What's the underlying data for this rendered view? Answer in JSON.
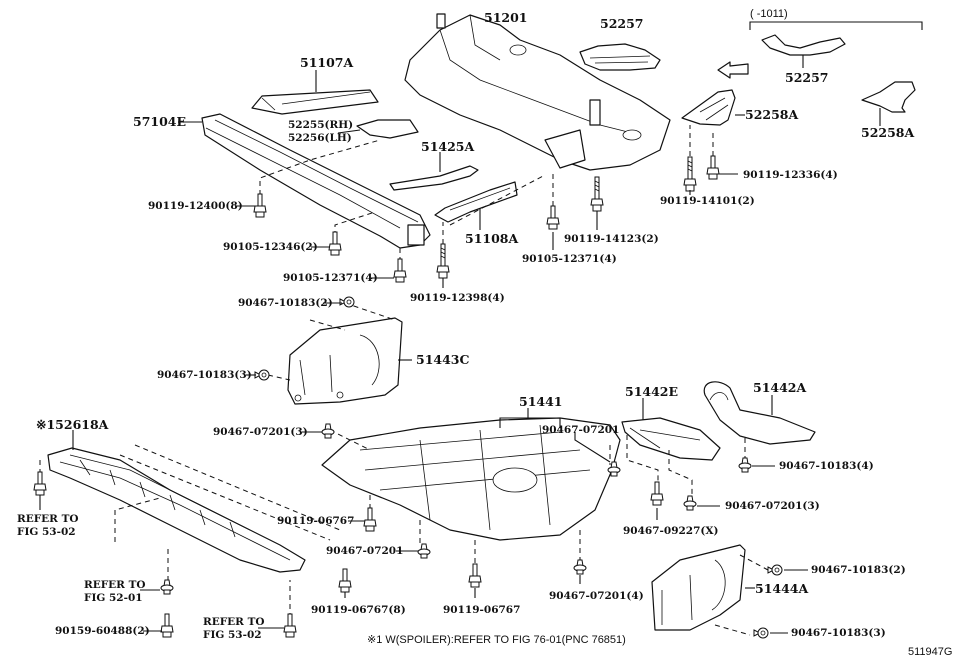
{
  "diagram": {
    "figure_id": "511947G",
    "footnote": "※1 W(SPOILER):REFER TO FIG 76-01(PNC 76851)",
    "bracket_label": "(      -1011)",
    "parts": {
      "p51201": "51201",
      "p52257_a": "52257",
      "p52257_b": "52257",
      "p51107A": "51107A",
      "p57104E": "57104E",
      "p52255": "52255(RH)",
      "p52256": "52256(LH)",
      "p51425A": "51425A",
      "p52258A_a": "52258A",
      "p52258A_b": "52258A",
      "p51108A": "51108A",
      "p51443C": "51443C",
      "p51441": "51441",
      "p51442E": "51442E",
      "p51442A": "51442A",
      "p152618A": "※152618A",
      "p51444A": "51444A"
    },
    "fasteners": {
      "f1": "90119-12400(8)",
      "f2": "90105-12346(2)",
      "f3": "90105-12371(4)",
      "f4": "90119-12398(4)",
      "f5": "90105-12371(4)",
      "f6": "90119-14123(2)",
      "f7": "90119-14101(2)",
      "f8": "90119-12336(4)",
      "f9": "90467-10183(2)",
      "f10": "90467-10183(3)",
      "f11": "90467-07201(3)",
      "f12": "90467-07201",
      "f13": "90467-10183(4)",
      "f14": "90467-07201(3)",
      "f15": "90467-09227(X)",
      "f16": "90119-06767",
      "f17": "90467-07201",
      "f18": "90119-06767(8)",
      "f19": "90119-06767",
      "f20": "90467-07201(4)",
      "f21": "90467-10183(2)",
      "f22": "90467-10183(3)",
      "f23": "90159-60488(2)"
    },
    "references": {
      "r1_line1": "REFER TO",
      "r1_line2": "FIG 53-02",
      "r2_line1": "REFER TO",
      "r2_line2": "FIG 52-01",
      "r3_line1": "REFER TO",
      "r3_line2": "FIG 53-02"
    },
    "direction_arrow": "front-arrow-icon"
  }
}
